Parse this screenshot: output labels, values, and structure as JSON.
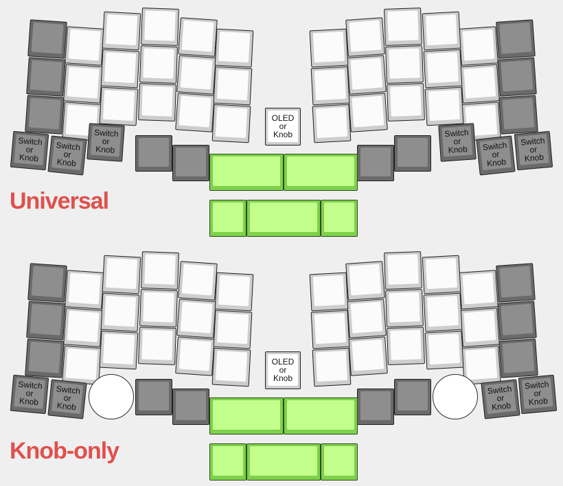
{
  "titles": {
    "universal": "Universal",
    "knob_only": "Knob-only"
  },
  "labels": {
    "switch_or_knob": "Switch\nor\nKnob",
    "oled_or_knob": "OLED\nor\nKnob"
  },
  "colors": {
    "background": "#efefef",
    "light_key_cap": "#fbfbfb",
    "dark_key_cap": "#8e8e8e",
    "thumb_key_cap": "#c3ff8c",
    "title": "#e0504c"
  }
}
